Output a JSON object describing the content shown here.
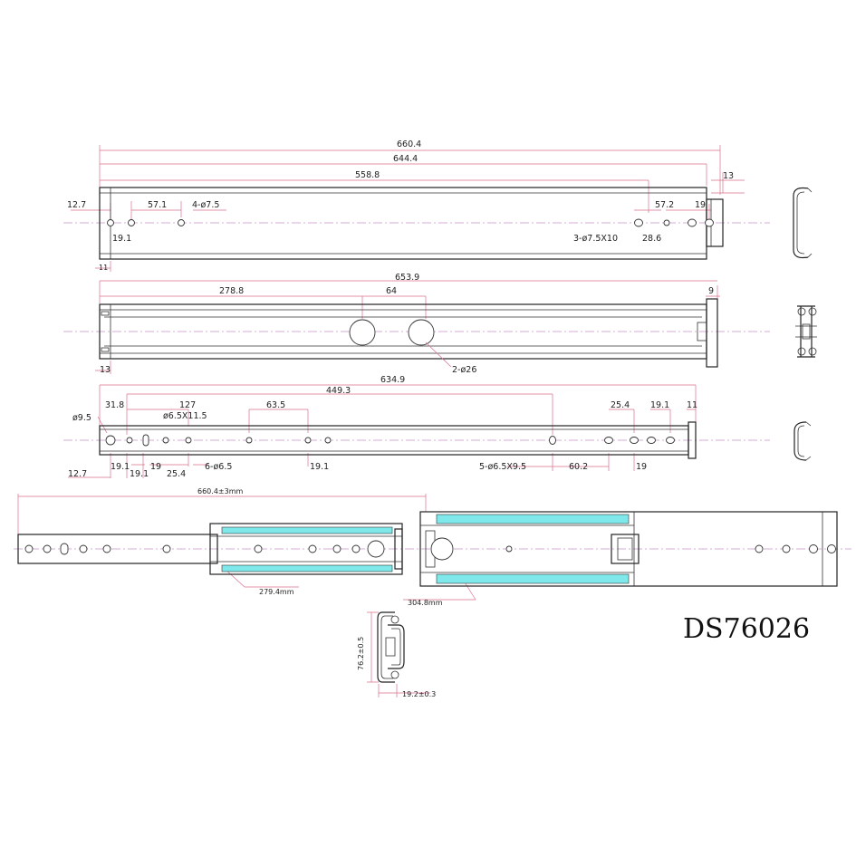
{
  "model": "DS76026",
  "view1": {
    "dims": [
      "660.4",
      "644.4",
      "558.8",
      "13",
      "12.7",
      "57.1",
      "4-ø7.5",
      "19.1",
      "11",
      "57.2",
      "19",
      "3-ø7.5X10",
      "28.6"
    ]
  },
  "view2": {
    "dims": [
      "653.9",
      "278.8",
      "64",
      "9",
      "13",
      "2-ø26"
    ]
  },
  "view3": {
    "dims": [
      "634.9",
      "449.3",
      "ø9.5",
      "31.8",
      "ø6.5X11.5",
      "127",
      "63.5",
      "25.4",
      "19.1",
      "11",
      "19.1",
      "19.1",
      "19",
      "25.4",
      "6-ø6.5",
      "19.1",
      "5-ø6.5X9.5",
      "60.2",
      "19",
      "12.7"
    ]
  },
  "view4": {
    "dims": [
      "660.4±3mm",
      "279.4mm",
      "304.8mm"
    ]
  },
  "section": {
    "dims": [
      "76.2±0.5",
      "19.2±0.3"
    ]
  }
}
